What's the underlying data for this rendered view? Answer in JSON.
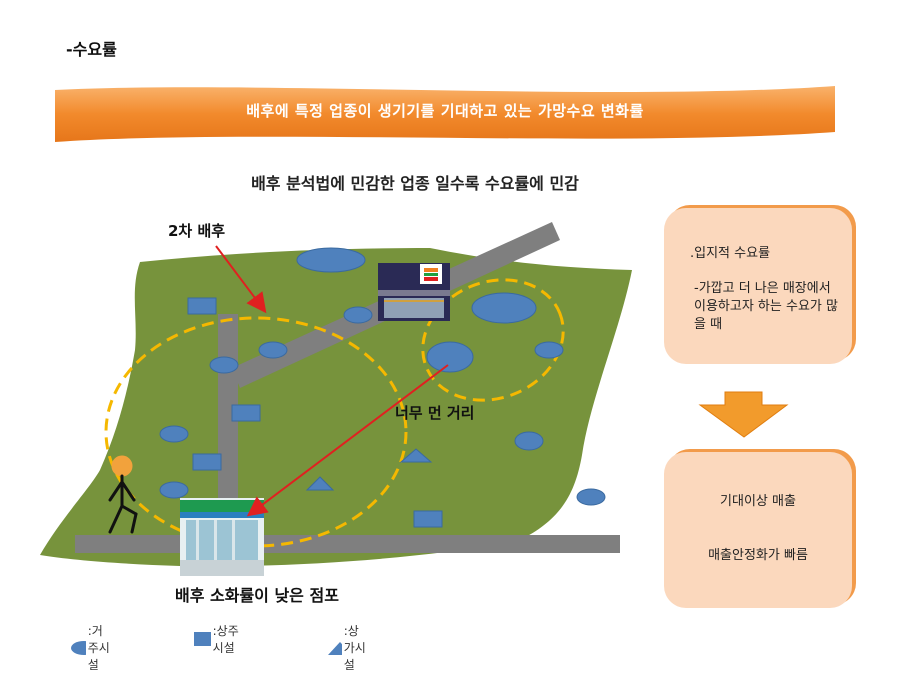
{
  "title": "-수요률",
  "banner": "배후에 특정 업종이 생기기를 기대하고 있는 가망수요 변화률",
  "subtitle": "배후 분석법에 민감한 업종 일수록 수요률에 민감",
  "map": {
    "label_second_hinterland": "2차 배후",
    "label_too_far": "너무 먼 거리",
    "label_low_store": "배후 소화률이 낮은 점포"
  },
  "side_top": {
    "line1": ".입지적 수요률",
    "line2": "-가깝고 더 나은 매장에서 이용하고자 하는 수요가 많을 때"
  },
  "side_bottom": {
    "line1": "기대이상 매출",
    "line2": "매출안정화가 빠름"
  },
  "legend": {
    "residential": ":거주시설",
    "mixed": ":상주시설",
    "commercial": ":상가시설"
  },
  "colors": {
    "banner": "#f28a2c",
    "map_green": "#77933c",
    "road": "#7f7f7f",
    "facility_blue": "#4f81bd",
    "dashed_circle": "#f5b800",
    "arrow_red": "#e02020",
    "box_fill": "#fbd8bd",
    "box_edge": "#f29b4b"
  },
  "icons": [
    "seven-eleven-store-icon",
    "familymart-store-icon",
    "walking-person-icon",
    "down-arrow-icon"
  ]
}
